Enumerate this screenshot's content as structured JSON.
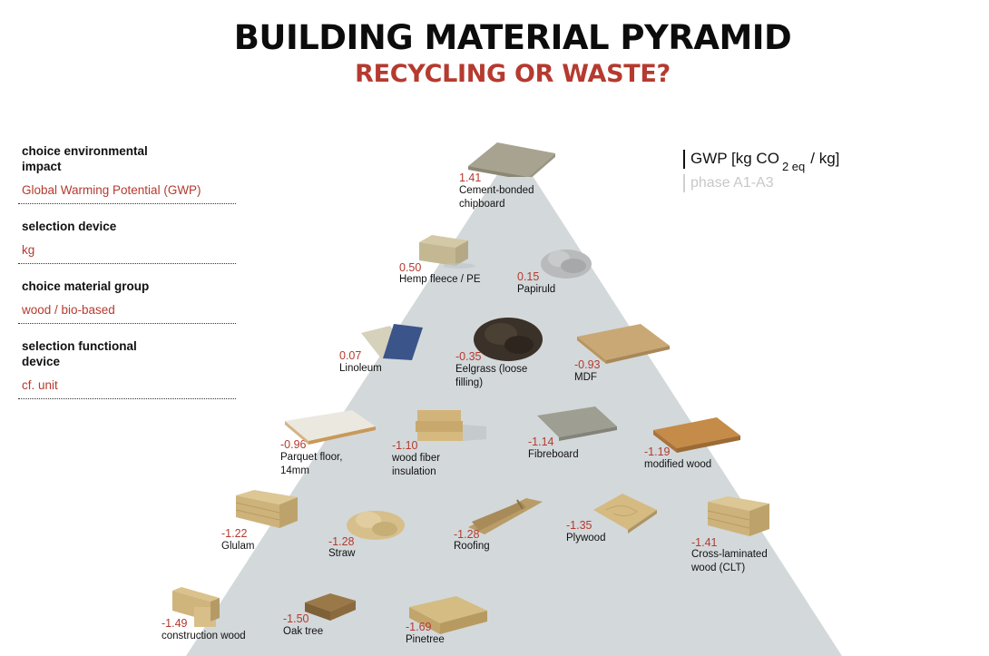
{
  "header": {
    "title": "BUILDING MATERIAL PYRAMID",
    "subtitle": "RECYCLING OR WASTE?"
  },
  "colors": {
    "accent": "#b53a2f",
    "pyramid_fill": "#d3d8da",
    "phase_text": "#c8c8c8"
  },
  "sidebar": {
    "filters": [
      {
        "label": "choice environmental impact",
        "value": "Global Warming Potential (GWP)"
      },
      {
        "label": "selection device",
        "value": "kg"
      },
      {
        "label": "choice material group",
        "value": "wood / bio-based"
      },
      {
        "label": "selection functional device",
        "value": "cf. unit"
      }
    ]
  },
  "legend": {
    "metric_prefix": "GWP [kg CO",
    "metric_sub": "2 eq",
    "metric_suffix": "/ kg]",
    "phase": "phase A1-A3"
  },
  "chart_data": {
    "type": "pyramid",
    "title": "BUILDING MATERIAL PYRAMID",
    "subtitle": "RECYCLING OR WASTE?",
    "metric": "GWP [kg CO2 eq / kg]",
    "phase": "phase A1-A3",
    "unit": "kg CO2 eq / kg",
    "rows": [
      [
        {
          "name": "Cement-bonded chipboard",
          "value": "1.41"
        }
      ],
      [
        {
          "name": "Hemp fleece / PE",
          "value": "0.50"
        },
        {
          "name": "Papiruld",
          "value": "0.15"
        }
      ],
      [
        {
          "name": "Linoleum",
          "value": "0.07"
        },
        {
          "name": "Eelgrass (loose filling)",
          "value": "-0.35"
        },
        {
          "name": "MDF",
          "value": "-0.93"
        }
      ],
      [
        {
          "name": "Parquet floor, 14mm",
          "value": "-0.96"
        },
        {
          "name": "wood fiber insulation",
          "value": "-1.10"
        },
        {
          "name": "Fibreboard",
          "value": "-1.14"
        },
        {
          "name": "modified wood",
          "value": "-1.19"
        }
      ],
      [
        {
          "name": "Glulam",
          "value": "-1.22"
        },
        {
          "name": "Straw",
          "value": "-1.28"
        },
        {
          "name": "Roofing",
          "value": "-1.28"
        },
        {
          "name": "Plywood",
          "value": "-1.35"
        },
        {
          "name": "Cross-laminated wood (CLT)",
          "value": "-1.41"
        }
      ],
      [
        {
          "name": "construction wood",
          "value": "-1.49"
        },
        {
          "name": "Oak tree",
          "value": "-1.50"
        },
        {
          "name": "Pinetree",
          "value": "-1.69"
        }
      ]
    ],
    "categories": [
      "Cement-bonded chipboard",
      "Hemp fleece / PE",
      "Papiruld",
      "Linoleum",
      "Eelgrass (loose filling)",
      "MDF",
      "Parquet floor, 14mm",
      "wood fiber insulation",
      "Fibreboard",
      "modified wood",
      "Glulam",
      "Straw",
      "Roofing",
      "Plywood",
      "Cross-laminated wood (CLT)",
      "construction wood",
      "Oak tree",
      "Pinetree"
    ],
    "values": [
      1.41,
      0.5,
      0.15,
      0.07,
      -0.35,
      -0.93,
      -0.96,
      -1.1,
      -1.14,
      -1.19,
      -1.22,
      -1.28,
      -1.28,
      -1.35,
      -1.41,
      -1.49,
      -1.5,
      -1.69
    ]
  },
  "materials": [
    {
      "name_l1": "Cement-bonded",
      "name_l2": "chipboard",
      "value": "1.41"
    },
    {
      "name_l1": "Hemp fleece / PE",
      "name_l2": "",
      "value": "0.50"
    },
    {
      "name_l1": "Papiruld",
      "name_l2": "",
      "value": "0.15"
    },
    {
      "name_l1": "Linoleum",
      "name_l2": "",
      "value": "0.07"
    },
    {
      "name_l1": "Eelgrass (loose",
      "name_l2": "filling)",
      "value": "-0.35"
    },
    {
      "name_l1": "MDF",
      "name_l2": "",
      "value": "-0.93"
    },
    {
      "name_l1": "Parquet floor,",
      "name_l2": "14mm",
      "value": "-0.96"
    },
    {
      "name_l1": "wood fiber",
      "name_l2": "insulation",
      "value": "-1.10"
    },
    {
      "name_l1": "Fibreboard",
      "name_l2": "",
      "value": "-1.14"
    },
    {
      "name_l1": "modified wood",
      "name_l2": "",
      "value": "-1.19"
    },
    {
      "name_l1": "Glulam",
      "name_l2": "",
      "value": "-1.22"
    },
    {
      "name_l1": "Straw",
      "name_l2": "",
      "value": "-1.28"
    },
    {
      "name_l1": "Roofing",
      "name_l2": "",
      "value": "-1.28"
    },
    {
      "name_l1": "Plywood",
      "name_l2": "",
      "value": "-1.35"
    },
    {
      "name_l1": "Cross-laminated",
      "name_l2": "wood (CLT)",
      "value": "-1.41"
    },
    {
      "name_l1": "construction wood",
      "name_l2": "",
      "value": "-1.49"
    },
    {
      "name_l1": "Oak tree",
      "name_l2": "",
      "value": "-1.50"
    },
    {
      "name_l1": "Pinetree",
      "name_l2": "",
      "value": "-1.69"
    }
  ]
}
